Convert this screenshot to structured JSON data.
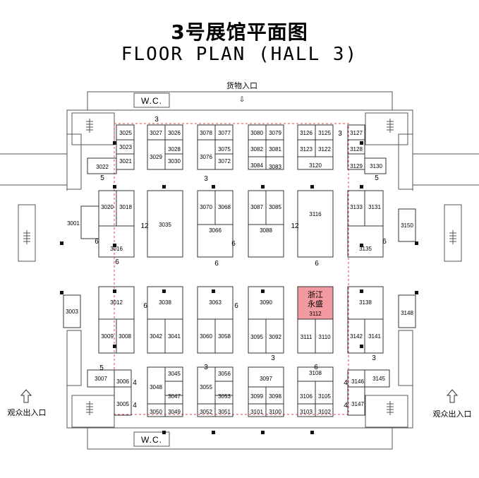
{
  "title_cn": "3号展馆平面图",
  "title_en": "FLOOR PLAN (HALL 3)",
  "cargo_entrance": "货物入口",
  "cargo_arrow": "⇩",
  "visitor_entrance": "观众出入口",
  "wc_label": "W.C.",
  "highlight": {
    "line1": "浙江",
    "line2": "永盛",
    "number": "3112",
    "color": "#f29aa0"
  },
  "colors": {
    "booth_line": "#333333",
    "wall": "#555555",
    "boundary": "#e0454f",
    "column": "#111111"
  },
  "booth_numbers": {
    "b3025": "3025",
    "b3023": "3023",
    "b3021": "3021",
    "b3022": "3022",
    "b3027": "3027",
    "b3026": "3026",
    "b3029": "3029",
    "b3028": "3028",
    "b3030": "3030",
    "b3078": "3078",
    "b3077": "3077",
    "b3076": "3076",
    "b3075": "3075",
    "b3072": "3072",
    "b3080": "3080",
    "b3079": "3079",
    "b3082": "3082",
    "b3081": "3081",
    "b3084": "3084",
    "b3083": "3083",
    "b3126": "3126",
    "b3125": "3125",
    "b3123": "3123",
    "b3122": "3122",
    "b3120": "3120",
    "b3127": "3127",
    "b3128": "3128",
    "b3129": "3129",
    "b3130": "3130",
    "b3001": "3001",
    "b3020": "3020",
    "b3018": "3018",
    "b3016": "3016",
    "b3035": "3035",
    "b3070": "3070",
    "b3068": "3068",
    "b3066": "3066",
    "b3087": "3087",
    "b3085": "3085",
    "b3088": "3088",
    "b3116": "3116",
    "b3133": "3133",
    "b3131": "3131",
    "b3135": "3135",
    "b3150": "3150",
    "b3003": "3003",
    "b3012": "3012",
    "b3009": "3009",
    "b3008": "3008",
    "b3038": "3038",
    "b3042": "3042",
    "b3041": "3041",
    "b3063": "3063",
    "b3060": "3060",
    "b3058": "3058",
    "b3090": "3090",
    "b3095": "3095",
    "b3092": "3092",
    "b3111": "3111",
    "b3110": "3110",
    "b3138": "3138",
    "b3142": "3142",
    "b3141": "3141",
    "b3148": "3148",
    "b3007": "3007",
    "b3006": "3006",
    "b3005": "3005",
    "b3045": "3045",
    "b3048": "3048",
    "b3047": "3047",
    "b3050": "3050",
    "b3049": "3049",
    "b3056": "3056",
    "b3055": "3055",
    "b3053": "3053",
    "b3052": "3052",
    "b3051": "3051",
    "b3097": "3097",
    "b3099": "3099",
    "b3098": "3098",
    "b3101": "3101",
    "b3100": "3100",
    "b3108": "3108",
    "b3106": "3106",
    "b3105": "3105",
    "b3103": "3103",
    "b3102": "3102",
    "b3146": "3146",
    "b3145": "3145",
    "b3147": "3147"
  },
  "aisle_labels": {
    "top3": "3",
    "top3r": "3",
    "a5l": "5",
    "a5r": "5",
    "a3mid": "3",
    "a12l": "12",
    "a12r": "12",
    "a6l": "6",
    "a6r": "6",
    "a6mid": "6",
    "a6row1": "6",
    "a6row2": "6",
    "a6row3": "6",
    "a6lower": "6",
    "a6lower2": "6",
    "a3lowr": "3",
    "a3lowr2": "3",
    "a5ll": "5",
    "a3bot": "3",
    "a4l1": "4",
    "a4l2": "4",
    "a4r1": "4",
    "a4r2": "4"
  }
}
